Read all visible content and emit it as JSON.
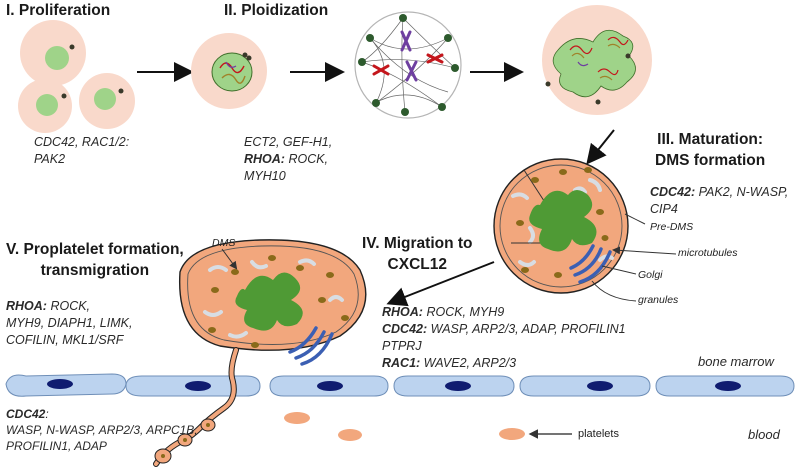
{
  "stages": {
    "proliferation": "I. Proliferation",
    "ploidization": "II. Ploidization",
    "maturation_1": "III. Maturation:",
    "maturation_2": "DMS formation",
    "migration_1": "IV. Migration to",
    "migration_2": "CXCL12",
    "proplatelet_1": "V. Proplatelet formation,",
    "proplatelet_2": "transmigration"
  },
  "genes": {
    "proliferation": [
      "CDC42, RAC1/2:",
      "PAK2"
    ],
    "ploidization": {
      "line1": "ECT2, GEF-H1,",
      "line2_bold": "RHOA:",
      "line2_rest": " ROCK,",
      "line3": "MYH10"
    },
    "maturation": {
      "line1_bold": "CDC42:",
      "line1_rest": " PAK2, N-WASP,",
      "line2": "CIP4"
    },
    "migration": [
      {
        "bold": "RHOA:",
        "rest": " ROCK, MYH9"
      },
      {
        "bold": "CDC42:",
        "rest": " WASP, ARP2/3, ADAP, PROFILIN1"
      },
      {
        "bold": "",
        "rest": "PTPRJ"
      },
      {
        "bold": "RAC1:",
        "rest": " WAVE2, ARP2/3"
      }
    ],
    "proplatelet_rhoa": {
      "line1_bold": "RHOA:",
      "line1_rest": " ROCK,",
      "line2": "MYH9, DIAPH1, LIMK,",
      "line3": "COFILIN, MKL1/SRF"
    },
    "proplatelet_cdc42": {
      "line1_bold": "CDC42",
      "line1_rest": ":",
      "line2": "WASP, N-WASP, ARP2/3, ARPC1B,",
      "line3": "PROFILIN1, ADAP"
    }
  },
  "annotations": {
    "pre_dms": "Pre-DMS",
    "microtubules": "microtubules",
    "golgi": "Golgi",
    "granules": "granules",
    "dms": "DMS",
    "platelets": "platelets",
    "bone_marrow": "bone marrow",
    "blood": "blood"
  },
  "colors": {
    "cell_pink": "#f9d9cb",
    "nucleus_light_green": "#9fd389",
    "nucleus_dark_green": "#4f9a35",
    "cytoplasm_orange": "#f2a77d",
    "endothelium_blue": "#bcd3ef",
    "endothelium_nucleus": "#0f1c70",
    "golgi_blue": "#3b5fb3",
    "granule_brown": "#8a6a1a",
    "chromosome_red": "#c4161c",
    "chromosome_purple": "#6e3fa0"
  }
}
